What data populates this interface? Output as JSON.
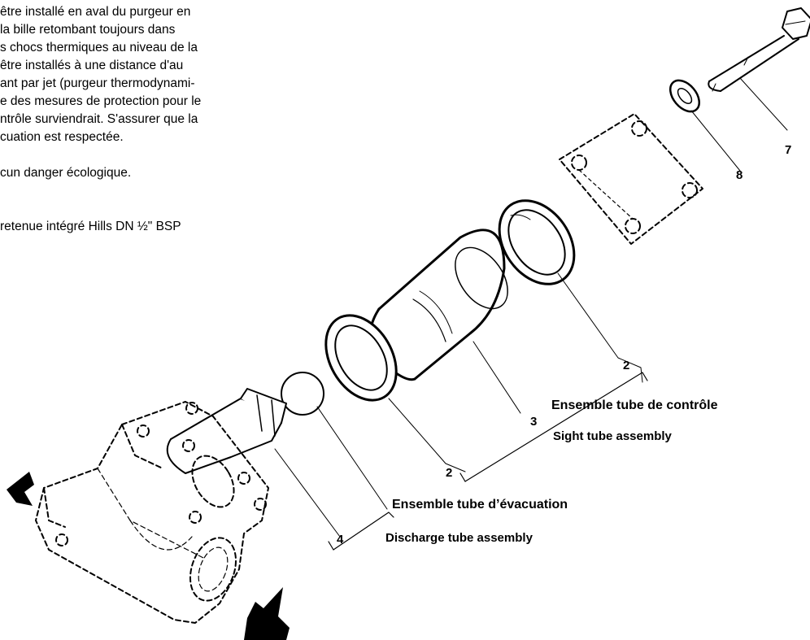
{
  "text_block": {
    "line1": "être installé en aval du purgeur en",
    "line2": "la bille retombant toujours dans",
    "line3": "s chocs thermiques au niveau de la",
    "line4": "être installés à une distance d'au",
    "line5": "ant par jet (purgeur thermodynami-",
    "line6": "e des mesures de protection pour le",
    "line7": "ntrôle surviendrait. S'assurer que la",
    "line8": "cuation est respectée.",
    "line9": "cun danger écologique.",
    "line10": "retenue intégré Hills DN ½\" BSP"
  },
  "callouts": {
    "n7": "7",
    "n8": "8",
    "n2_top": "2",
    "n3": "3",
    "n2_bottom": "2",
    "n4": "4"
  },
  "assemblies": {
    "sight_fr": "Ensemble tube de contrôle",
    "sight_en": "Sight tube assembly",
    "discharge_fr": "Ensemble tube d’évacuation",
    "discharge_en": "Discharge tube assembly"
  }
}
